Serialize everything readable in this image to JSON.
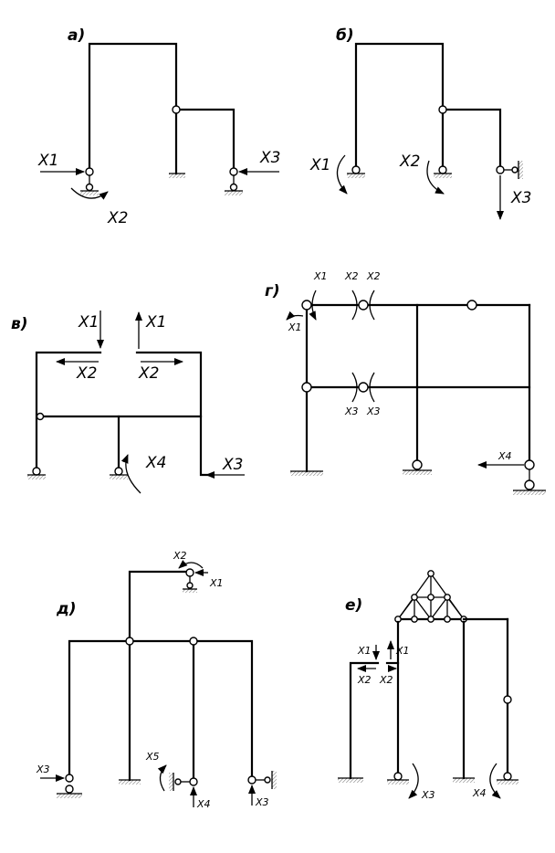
{
  "panels": {
    "a": {
      "caption": "а)",
      "labels": [
        "X1",
        "X2",
        "X3"
      ]
    },
    "b": {
      "caption": "б)",
      "labels": [
        "X1",
        "X2",
        "X3"
      ]
    },
    "v": {
      "caption": "в)",
      "labels": [
        "X1",
        "X1",
        "X2",
        "X2",
        "X3",
        "X4"
      ]
    },
    "g": {
      "caption": "г)",
      "labels": [
        "X1",
        "X1",
        "X2",
        "X2",
        "X3",
        "X3",
        "X4"
      ]
    },
    "d": {
      "caption": "д)",
      "labels": [
        "X2",
        "X1",
        "X3",
        "X5",
        "X4",
        "X3"
      ]
    },
    "e": {
      "caption": "е)",
      "labels": [
        "X1",
        "X1",
        "X2",
        "X2",
        "X3",
        "X4"
      ]
    }
  }
}
